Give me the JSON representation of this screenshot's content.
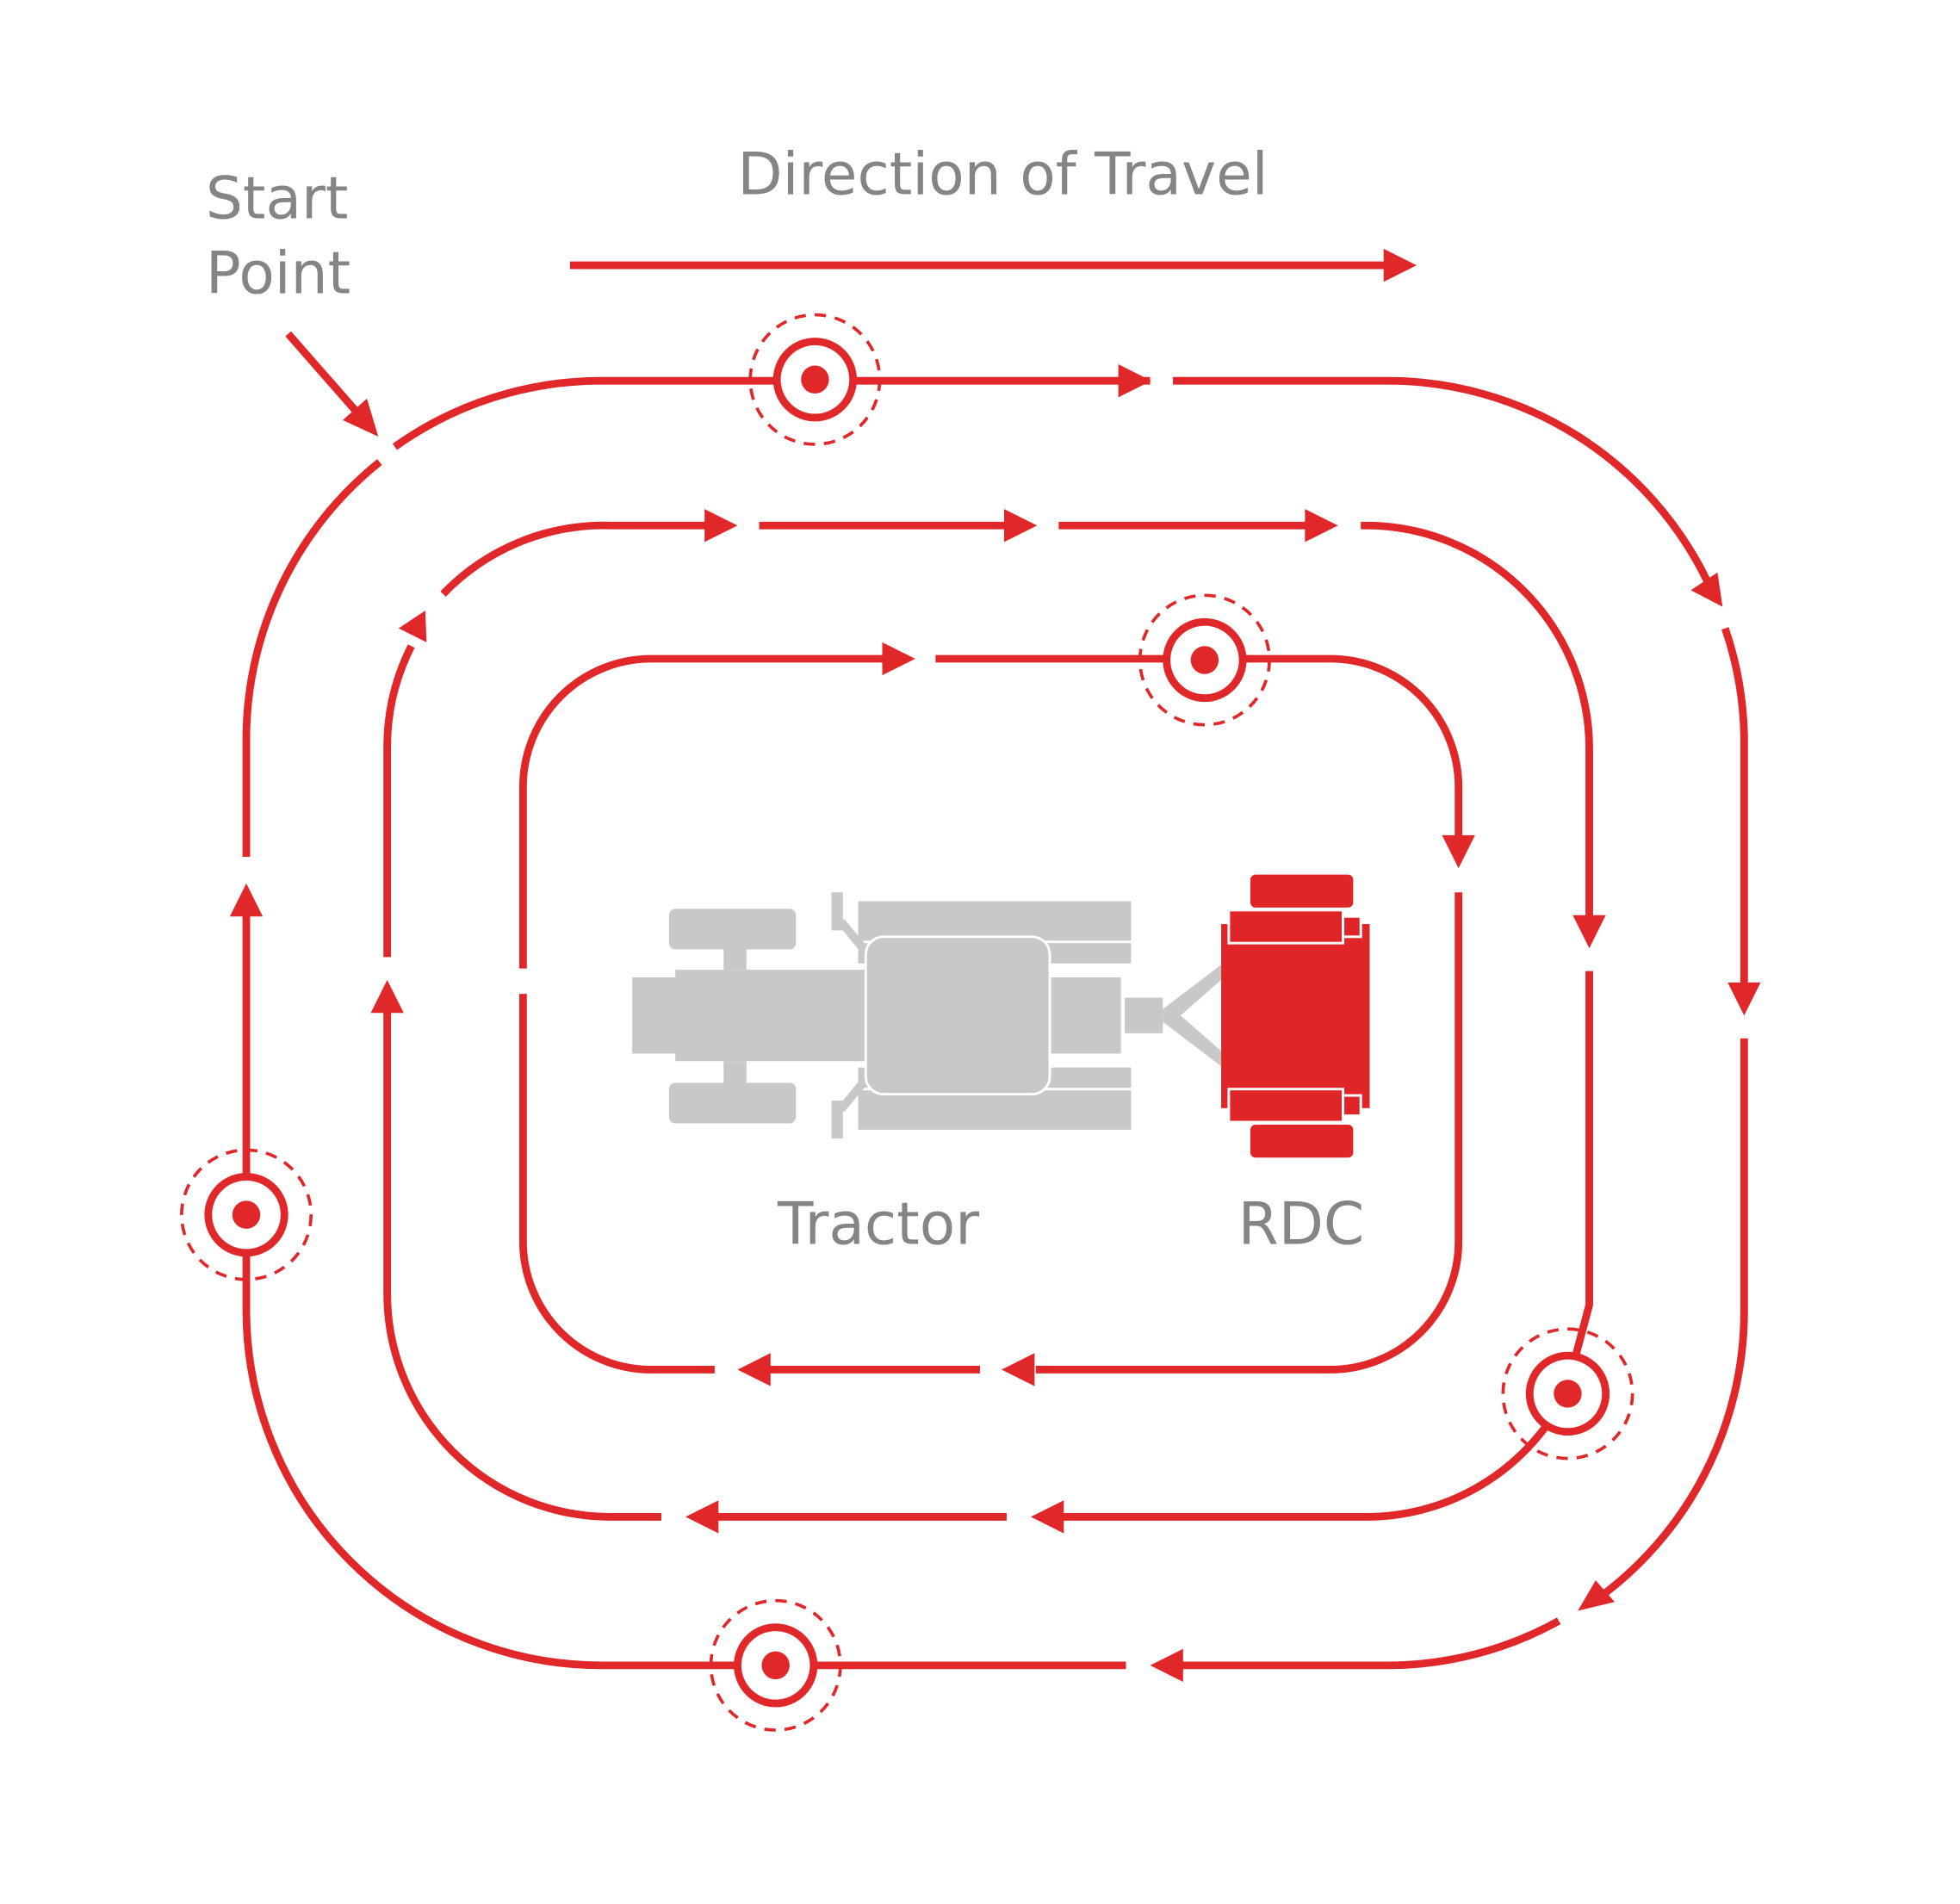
{
  "labels": {
    "title": "Direction of Travel",
    "start_line1": "Start",
    "start_line2": "Point",
    "tractor": "Tractor",
    "rdc": "RDC"
  },
  "colors": {
    "path": "#e0282a",
    "text": "#858585",
    "tractor": "#c8c8c8",
    "rdc": "#df2528",
    "background": "#ffffff"
  }
}
